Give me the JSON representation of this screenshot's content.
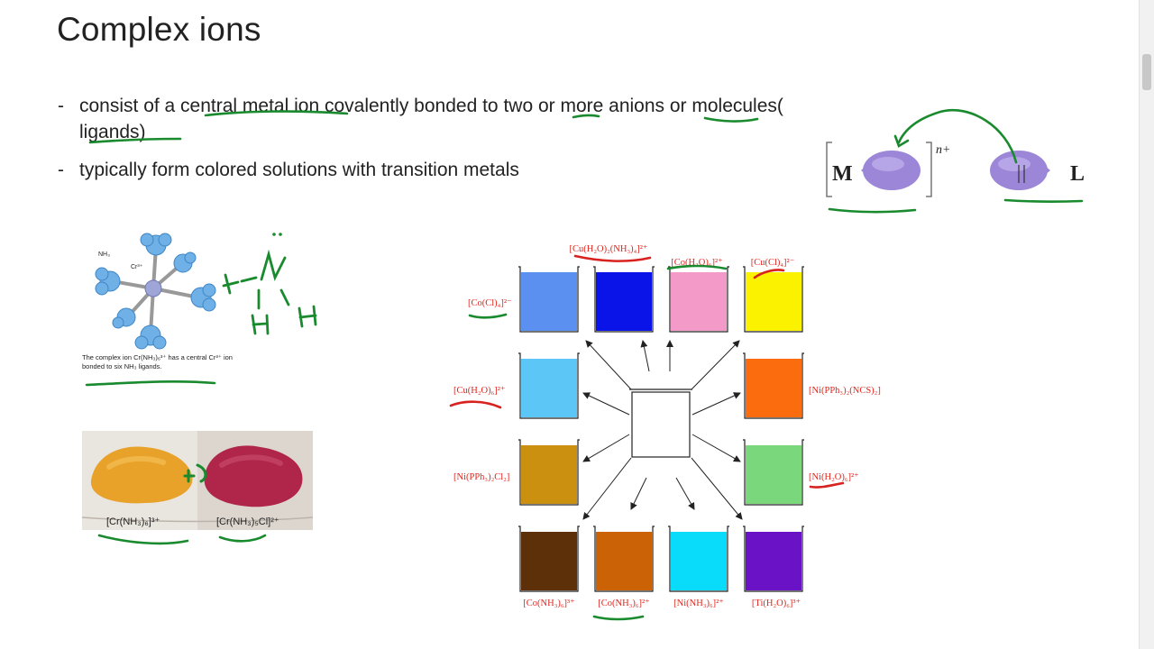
{
  "slide": {
    "title": "Complex ions",
    "bullets": [
      {
        "text": "consist of a central metal ion covalently bonded to two or more anions or molecules( ligands)"
      },
      {
        "text": "typically form colored solutions with transition metals"
      }
    ]
  },
  "bond_diagram": {
    "metal_label": "M",
    "ligand_label": "L",
    "charge_label": "n+"
  },
  "octahedral_figure": {
    "ligand_label": "NH₃",
    "ion_label": "Cr³⁺",
    "caption": "The complex ion Cr(NH₃)₆³⁺ has a central Cr³⁺ ion bonded to six NH₃ ligands."
  },
  "ammonia_sketch": {
    "atoms": [
      "N",
      "H",
      "H",
      "H"
    ]
  },
  "powders_photo": {
    "left_label": "[Cr(NH₃)₆]³⁺",
    "right_label": "[Cr(NH₃)₅Cl]²⁺",
    "left_color": "#e8a22a",
    "right_color": "#b0264a"
  },
  "beaker_grid": {
    "beakers": [
      {
        "id": "top1",
        "label": "[Co(Cl)₄]²⁻",
        "color": "#5b8ff0"
      },
      {
        "id": "top2",
        "label": "[Cu(H₂O)₂(NH₃)₄]²⁺",
        "color": "#0a14e8"
      },
      {
        "id": "top3",
        "label": "[Co(H₂O)₆]²⁺",
        "color": "#f49ac9"
      },
      {
        "id": "top4",
        "label": "[Cu(Cl)₄]²⁻",
        "color": "#fbf200"
      },
      {
        "id": "left2",
        "label": "[Cu(H₂O)₆]²⁺",
        "color": "#5cc6f6"
      },
      {
        "id": "left3",
        "label": "[Ni(PPh₃)₂Cl₂]",
        "color": "#cc9010"
      },
      {
        "id": "right2",
        "label": "[Ni(PPh₃)₂(NCS)₂]",
        "color": "#fb6c0e"
      },
      {
        "id": "right3",
        "label": "[Ni(H₂O)₆]²⁺",
        "color": "#7bd77b"
      },
      {
        "id": "bot1",
        "label": "[Co(NH₃)₆]³⁺",
        "color": "#5e300a"
      },
      {
        "id": "bot2",
        "label": "[Co(NH₃)₆]²⁺",
        "color": "#cc6206"
      },
      {
        "id": "bot3",
        "label": "[Ni(NH₃)₆]²⁺",
        "color": "#08dcfa"
      },
      {
        "id": "bot4",
        "label": "[Ti(H₂O)₆]³⁺",
        "color": "#6a12c6"
      }
    ]
  },
  "colors": {
    "annotation_green": "#1a8a2e",
    "annotation_red": "#d8221f",
    "label_red": "#e0261e",
    "lobe_purple": "#9c86d8"
  }
}
